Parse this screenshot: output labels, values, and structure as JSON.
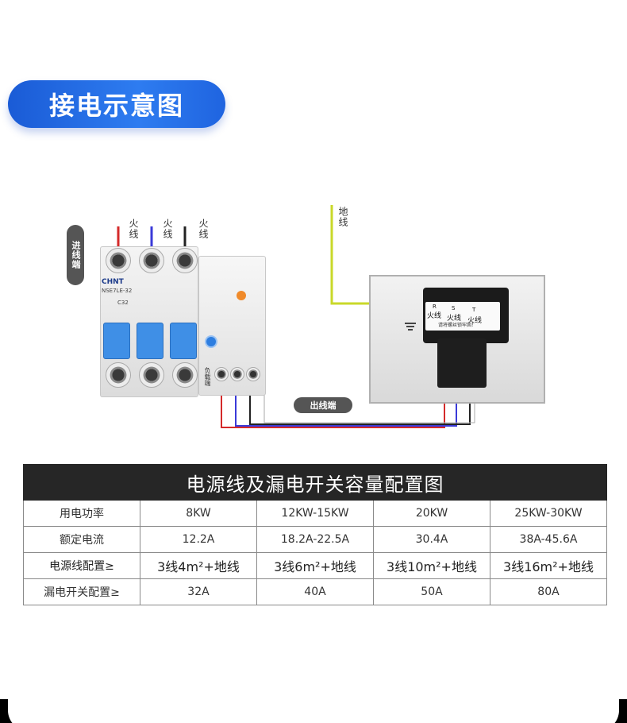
{
  "title": "接电示意图",
  "diagram": {
    "input_label": "进线端",
    "output_label": "出线端",
    "ground_label": "地线",
    "input_wires": [
      "火线",
      "火线",
      "火线"
    ],
    "breaker_brand": "CHNT",
    "breaker_model": "NSE7LE-32",
    "breaker_rating": "C32",
    "load_label": "负载端",
    "plug_letters": [
      "R",
      "S",
      "T"
    ],
    "plug_wires": [
      "火线",
      "火线",
      "火线"
    ],
    "plug_note": "请将螺丝锁牢固！",
    "colors": {
      "wire_red": "#d42a2a",
      "wire_blue": "#3a3ad8",
      "wire_black": "#222222",
      "wire_ground": "#c9d82a",
      "accent": "#2e7cf0"
    }
  },
  "table": {
    "title": "电源线及漏电开关容量配置图",
    "rows": [
      {
        "label": "用电功率",
        "values": [
          "8KW",
          "12KW-15KW",
          "20KW",
          "25KW-30KW"
        ]
      },
      {
        "label": "额定电流",
        "values": [
          "12.2A",
          "18.2A-22.5A",
          "30.4A",
          "38A-45.6A"
        ]
      },
      {
        "label": "电源线配置≥",
        "values": [
          "3线4m²+地线",
          "3线6m²+地线",
          "3线10m²+地线",
          "3线16m²+地线"
        ]
      },
      {
        "label": "漏电开关配置≥",
        "values": [
          "32A",
          "40A",
          "50A",
          "80A"
        ]
      }
    ]
  }
}
